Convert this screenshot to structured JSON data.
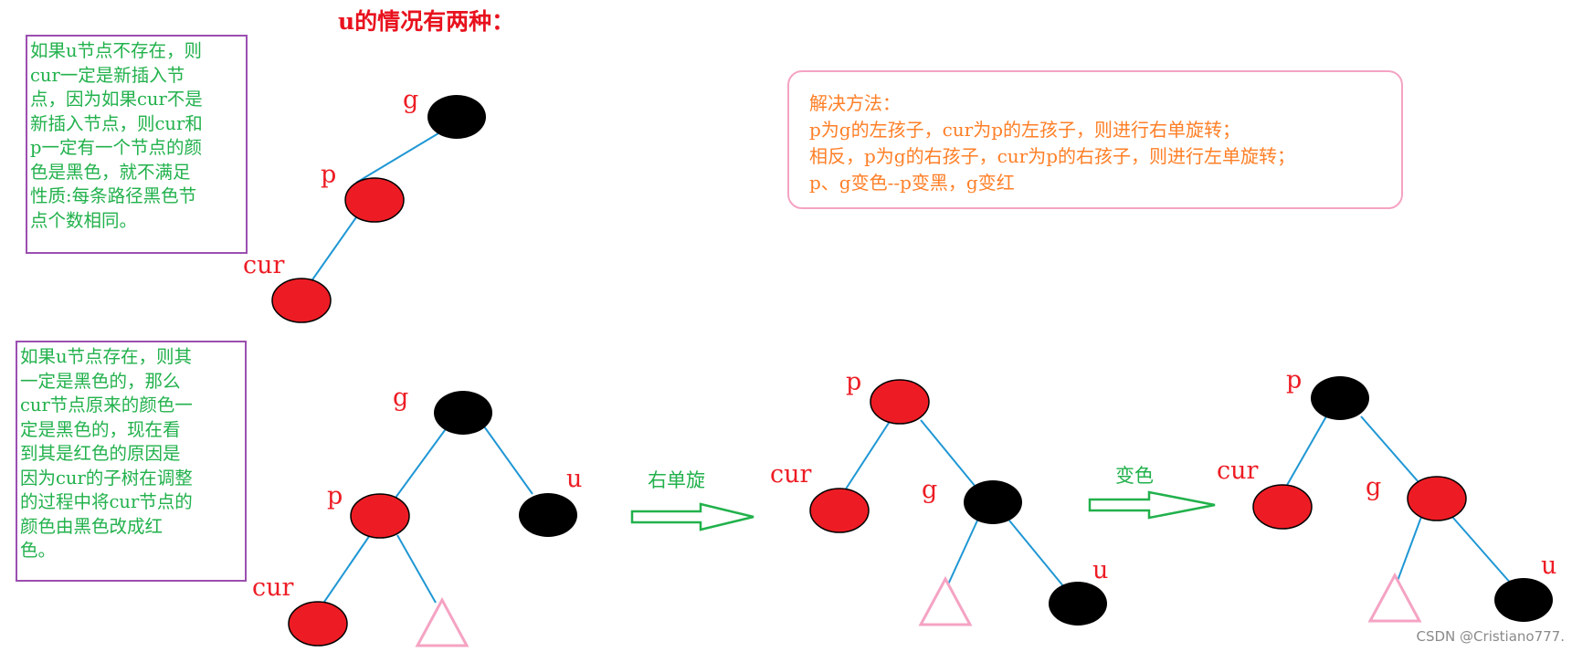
{
  "title": "u的情况有两种：",
  "note1": {
    "lines": [
      "如果u节点不存在，则",
      "cur一定是新插入节",
      "点，因为如果cur不是",
      "新插入节点，则cur和",
      "p一定有一个节点的颜",
      "色是黑色，就不满足",
      "性质:每条路径黑色节",
      "点个数相同。"
    ]
  },
  "note2": {
    "lines": [
      "如果u节点存在，则其",
      "一定是黑色的，那么",
      "cur节点原来的颜色一",
      "定是黑色的，现在看",
      "到其是红色的原因是",
      "因为cur的子树在调整",
      "的过程中将cur节点的",
      "颜色由黑色改成红",
      "色。"
    ]
  },
  "solution": {
    "lines": [
      "解决方法：",
      "p为g的左孩子，cur为p的左孩子，则进行右单旋转；",
      "相反，p为g的右孩子，cur为p的右孩子，则进行左单旋转；",
      "p、g变色--p变黑，g变红"
    ]
  },
  "arrows": {
    "rotate": "右单旋",
    "recolor": "变色"
  },
  "node_labels": {
    "g": "g",
    "p": "p",
    "cur": "cur",
    "u": "u"
  },
  "colors": {
    "red": "#ed1c24",
    "black": "#000000",
    "edge": "#1f97d4",
    "triangle": "#f5a3c3",
    "arrow": "#22b14c"
  },
  "watermark": "CSDN @Cristiano777."
}
